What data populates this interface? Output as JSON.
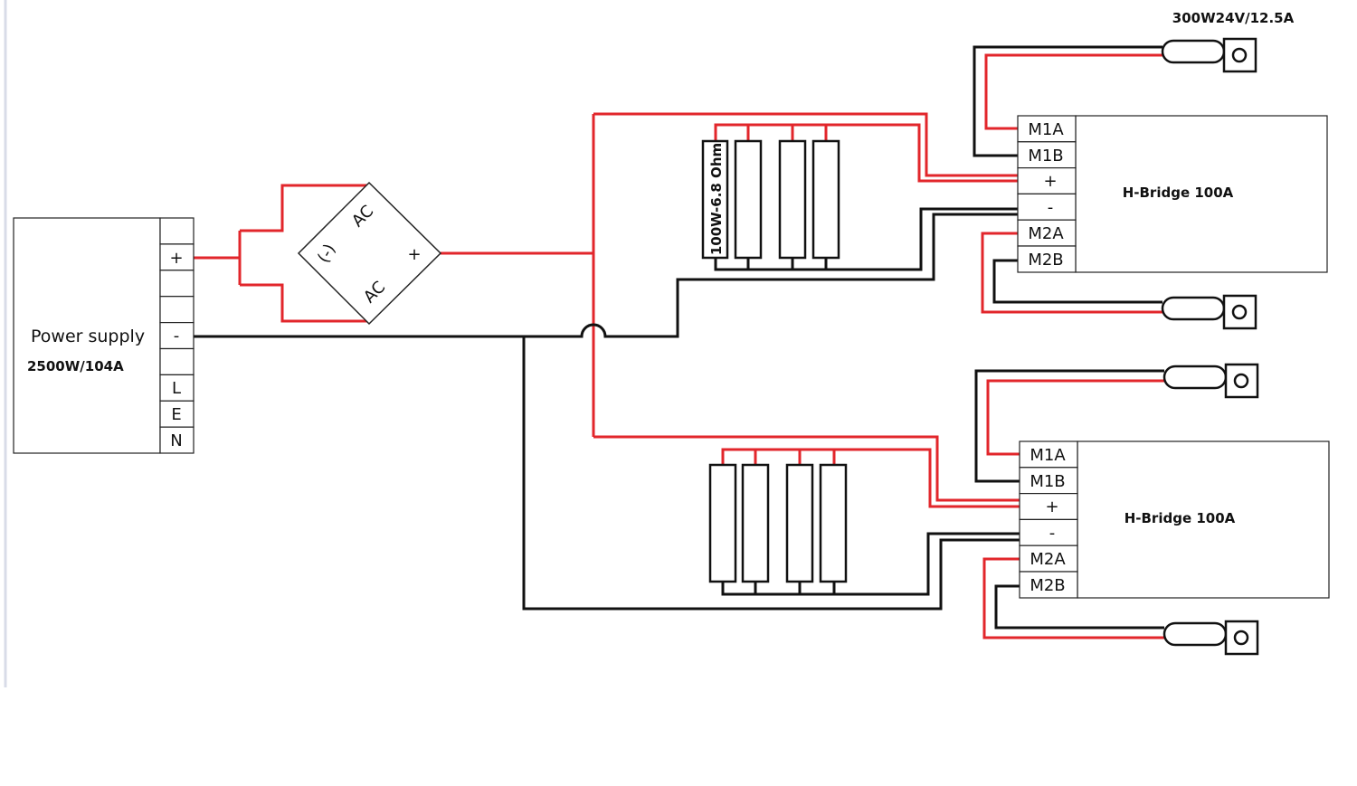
{
  "motor_rating": "300W24V/12.5A",
  "power_supply": {
    "label": "Power supply",
    "rating": "2500W/104A",
    "terminals": [
      "",
      "+",
      "",
      "",
      "-",
      "",
      "L",
      "E",
      "N"
    ]
  },
  "rectifier": {
    "ac_top": "AC",
    "ac_bottom": "AC",
    "neg": "(-)",
    "pos": "+"
  },
  "resistor_label": "100W-6.8 Ohm",
  "hbridges": [
    {
      "title": "H-Bridge 100A",
      "terminals": [
        "M1A",
        "M1B",
        "+",
        "-",
        "M2A",
        "M2B"
      ]
    },
    {
      "title": "H-Bridge 100A",
      "terminals": [
        "M1A",
        "M1B",
        "+",
        "-",
        "M2A",
        "M2B"
      ]
    }
  ],
  "colors": {
    "positive_wire": "#e2262b",
    "negative_wire": "#111111"
  }
}
